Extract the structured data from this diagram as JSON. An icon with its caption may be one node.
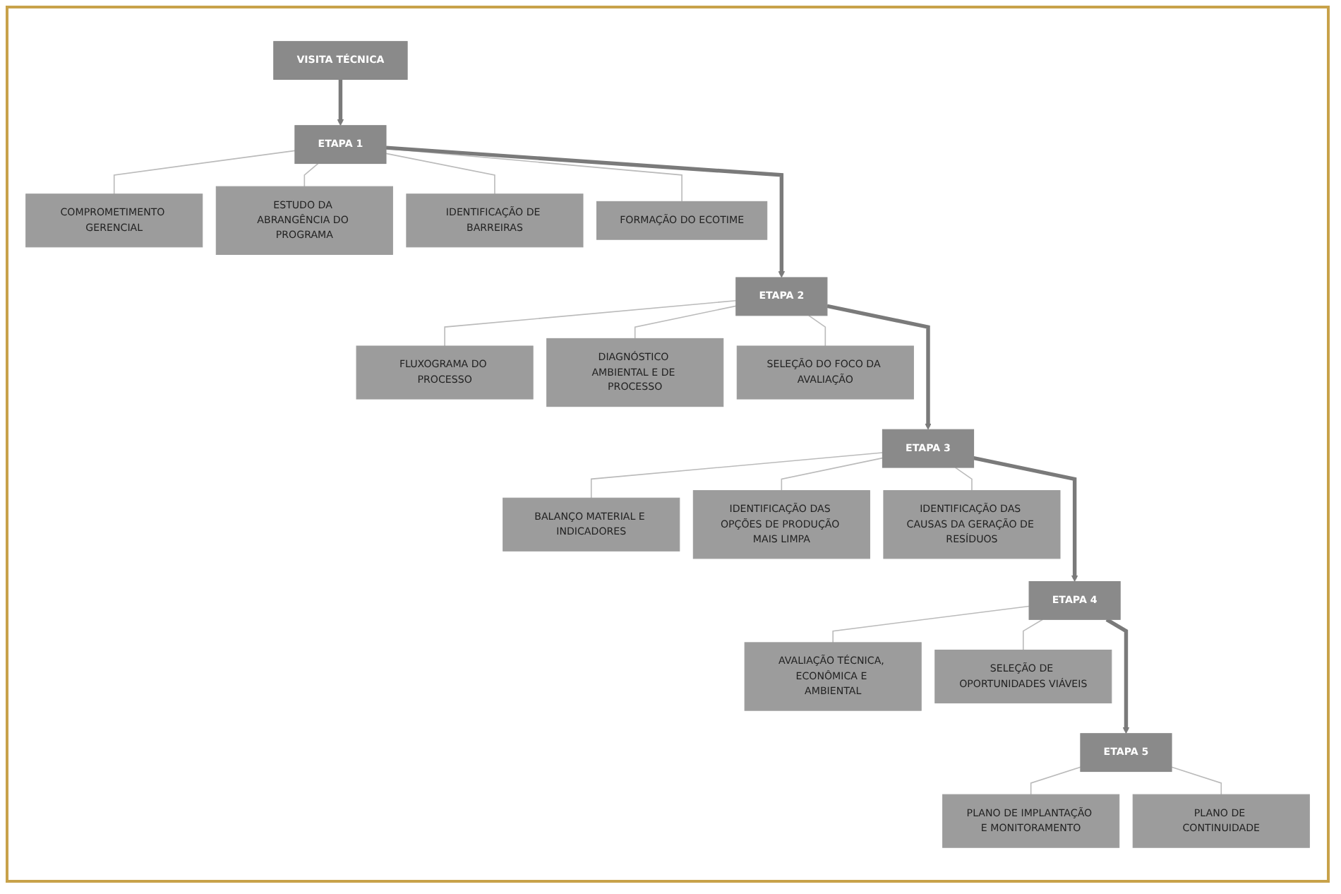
{
  "diagram": {
    "nodes": [
      {
        "text": [
          "VISITA TÉCNICA"
        ]
      },
      {
        "text": [
          "COMPROMETIMENTO GERENCIAL"
        ]
      },
      {
        "text": [
          "ETAPA 1"
        ]
      },
      {
        "text": [
          "ESTUDO DA ABRANGÊNCIA DO PROGRAMA"
        ]
      },
      {
        "text": [
          "IDENTIFICAÇÃO DE BARREIRAS"
        ]
      },
      {
        "text": [
          "FORMAÇÃO DO ECOTIME"
        ]
      },
      {
        "text": [
          "FLUXOGRAMA DO PROCESSO"
        ]
      },
      {
        "text": [
          "ETAPA 2"
        ]
      },
      {
        "text": [
          "DIAGNÓSTICO AMBIENTAL E DE PROCESSO"
        ]
      },
      {
        "text": [
          "SELEÇÃO DO FOCO DA AVALIAÇÃO"
        ]
      },
      {
        "text": [
          "BALANÇO MATERIAL E INDICADORES"
        ]
      },
      {
        "text": [
          "ETAPA 3"
        ]
      },
      {
        "text": [
          "IDENTIFICAÇÃO DAS OPÇÕES DE PRODUÇÃO MAIS LIMPA"
        ]
      },
      {
        "text": [
          "IDENTIFICAÇÃO DAS CAUSAS DA GERAÇÃO DE RESÍDUOS"
        ]
      },
      {
        "text": [
          "AVALIAÇÃO TÉCNICA, ECONÔMICA E AMBIENTAL"
        ]
      },
      {
        "text": [
          "ETAPA 4"
        ]
      },
      {
        "text": [
          "SELEÇÃO DE OPORTUNIDADES VIÁVEIS"
        ]
      },
      {
        "text": [
          "PLANO DE IMPLANTAÇÃO E MONITORAMENTO"
        ]
      },
      {
        "text": [
          "ETAPA 5"
        ]
      },
      {
        "text": [
          "PLANO DE CONTINUIDADE"
        ]
      }
    ],
    "edges": [
      {
        "from": 0,
        "to": 2,
        "arrow": "to",
        "style": "thick"
      },
      {
        "from": 1,
        "to": 2,
        "arrow": "none"
      },
      {
        "from": 4,
        "to": 2,
        "arrow": "none"
      },
      {
        "from": 2,
        "to": 3,
        "arrow": "none"
      },
      {
        "from": 2,
        "to": 5,
        "arrow": "none"
      },
      {
        "from": 2,
        "to": 7,
        "arrow": "to",
        "style": "thick"
      },
      {
        "from": 6,
        "to": 7,
        "arrow": "none"
      },
      {
        "from": 8,
        "to": 7,
        "arrow": "none"
      },
      {
        "from": 7,
        "to": 9,
        "arrow": "none"
      },
      {
        "from": 7,
        "to": 11,
        "arrow": "to",
        "style": "thick"
      },
      {
        "from": 10,
        "to": 11,
        "arrow": "none"
      },
      {
        "from": 13,
        "to": 11,
        "arrow": "none"
      },
      {
        "from": 11,
        "to": 12,
        "arrow": "none"
      },
      {
        "from": 11,
        "to": 15,
        "arrow": "to",
        "style": "thick"
      },
      {
        "from": 14,
        "to": 15,
        "arrow": "none"
      },
      {
        "from": 15,
        "to": 16,
        "arrow": "none"
      },
      {
        "from": 15,
        "to": 18,
        "arrow": "to",
        "style": "thick"
      },
      {
        "from": 17,
        "to": 18,
        "arrow": "none"
      },
      {
        "from": 18,
        "to": 19,
        "arrow": "none"
      }
    ]
  }
}
